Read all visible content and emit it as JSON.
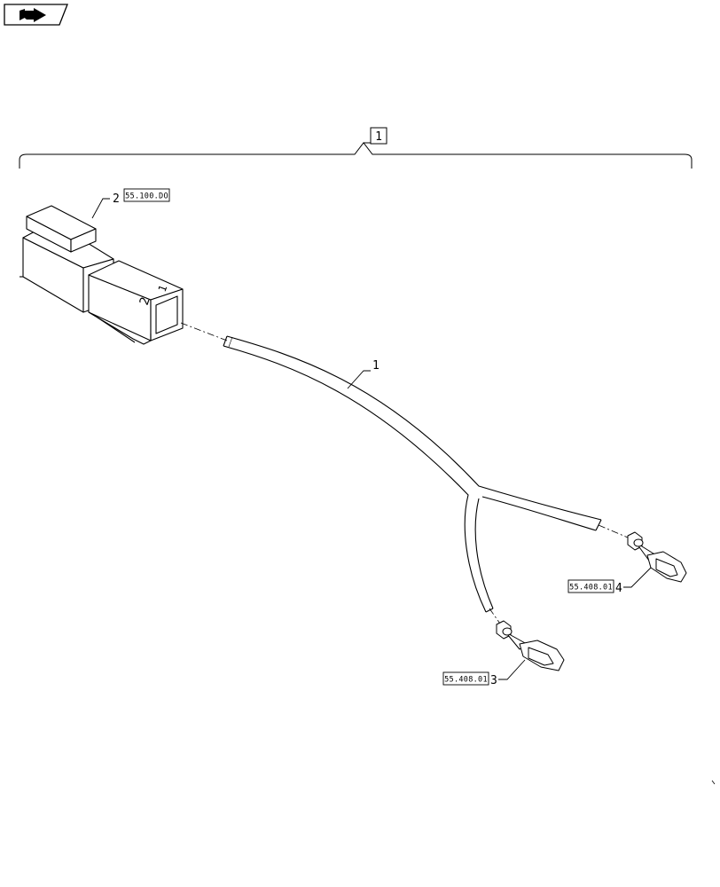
{
  "diagram": {
    "assembly_label": "1",
    "callouts": [
      {
        "item": "1"
      },
      {
        "item": "2",
        "ref": "55.100.DO"
      },
      {
        "item": "3",
        "ref": "55.408.01"
      },
      {
        "item": "4",
        "ref": "55.408.01"
      }
    ],
    "connector_pin_labels": [
      "1",
      "2"
    ]
  },
  "colors": {
    "line": "#000000",
    "background": "#ffffff"
  },
  "icons": [
    "nav-page-icon"
  ]
}
